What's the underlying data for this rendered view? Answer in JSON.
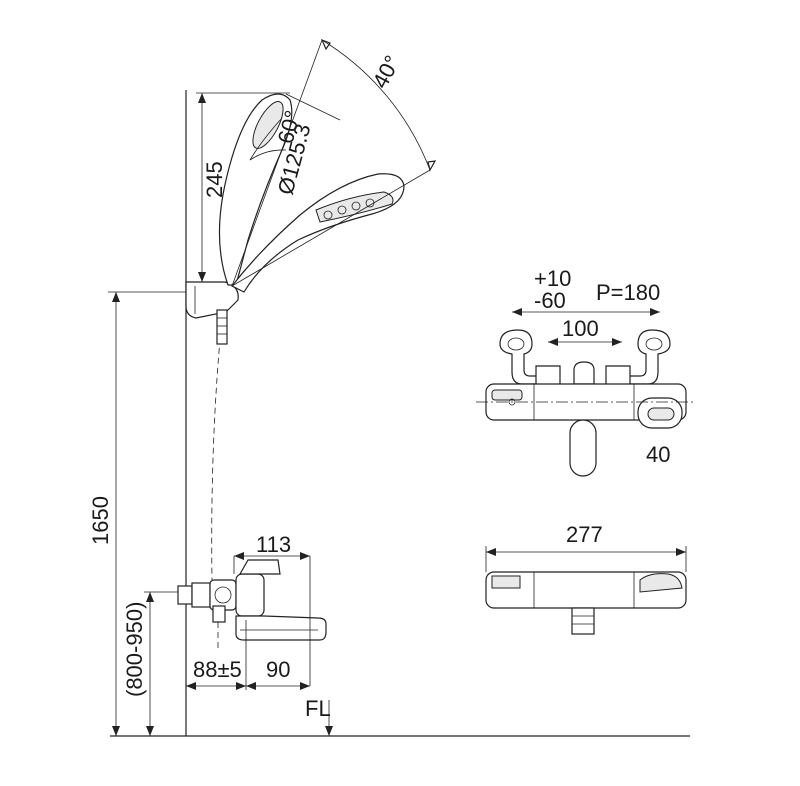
{
  "dimensions": {
    "angle_large": "40°",
    "angle_small": "60°",
    "head_diameter": "Ø125.3",
    "handshower_height": "245",
    "total_height": "1650",
    "mount_height": "(800-950)",
    "spout_projection": "113",
    "wall_offset": "88±5",
    "spout_reach": "90",
    "floor_label": "FL",
    "tolerance_plus": "+10",
    "tolerance_minus": "-60",
    "pitch": "P=180",
    "center_distance": "100",
    "handle_offset": "40",
    "body_width": "277"
  }
}
